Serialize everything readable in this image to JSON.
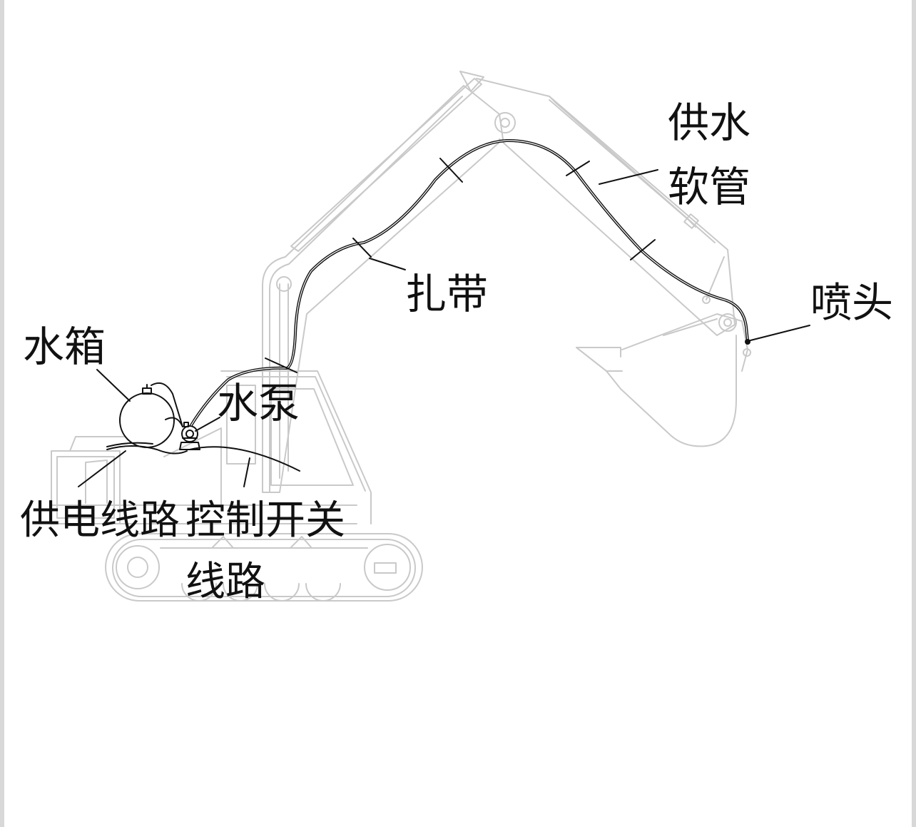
{
  "labels": {
    "water_tank": "水箱",
    "water_pump": "水泵",
    "supply_hose_line1": "供水",
    "supply_hose_line2": "软管",
    "cable_tie": "扎带",
    "nozzle": "喷头",
    "power_line": "供电线路",
    "control_switch_line1": "控制开关",
    "control_switch_line2": "线路"
  },
  "colors": {
    "ink": "#111111",
    "ghost_outline": "#c9c9c9",
    "background": "#ffffff",
    "frame": "#d8d8d8"
  }
}
